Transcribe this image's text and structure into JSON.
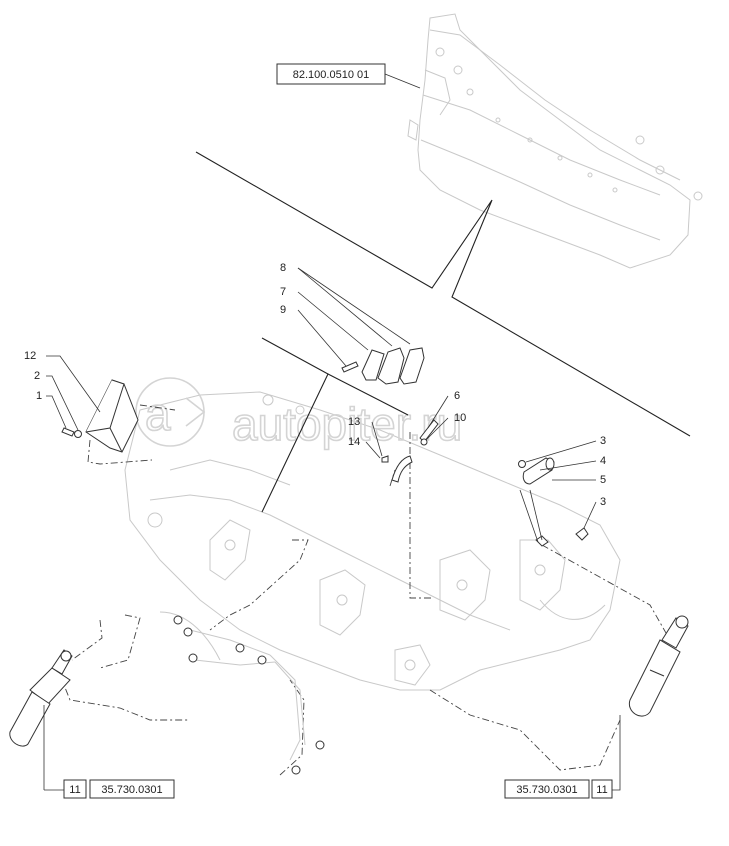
{
  "references": {
    "top_ref": "82.100.0510 01",
    "left_ref_index": "11",
    "left_ref": "35.730.0301",
    "right_ref_index": "11",
    "right_ref": "35.730.0301"
  },
  "callouts": {
    "c1": "1",
    "c2": "2",
    "c12": "12",
    "c8": "8",
    "c7": "7",
    "c9": "9",
    "c6": "6",
    "c10": "10",
    "c13": "13",
    "c14": "14",
    "c3a": "3",
    "c4": "4",
    "c5": "5",
    "c3b": "3"
  },
  "watermark": {
    "text": "autopiter.ru"
  }
}
